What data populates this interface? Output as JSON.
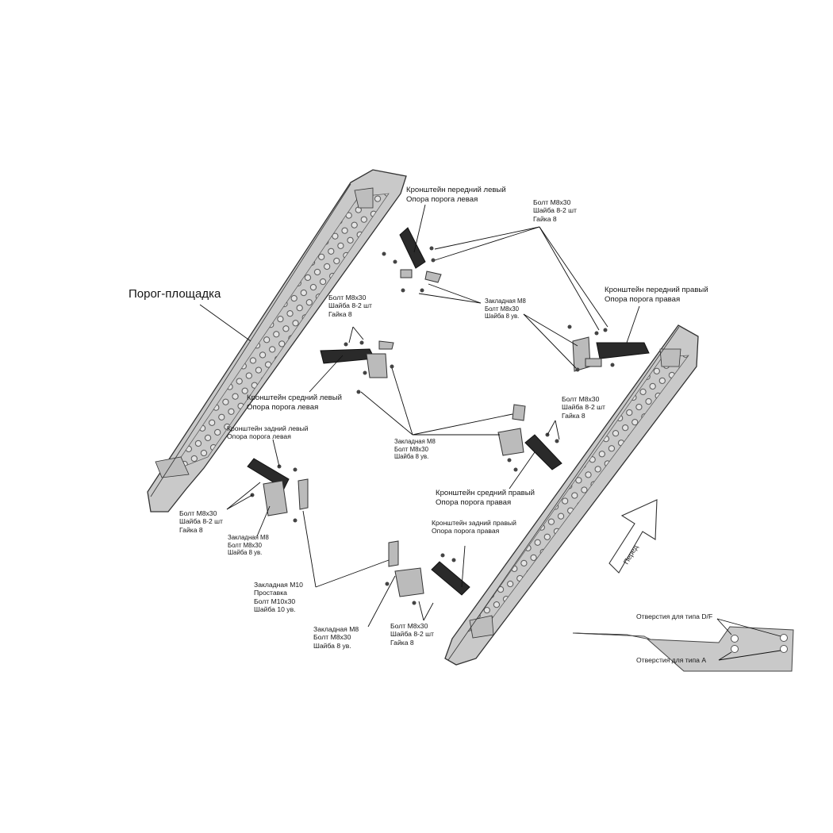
{
  "labels": {
    "step_board": "Порог-площадка",
    "front_left": [
      "Кронштейн передний левый",
      "Опора порога левая"
    ],
    "bolts_top": [
      "Болт М8х30",
      "Шайба 8-2 шт",
      "Гайка 8"
    ],
    "front_right": [
      "Кронштейн передний правый",
      "Опора порога правая"
    ],
    "insert_top": [
      "Закладная М8",
      "Болт М8х30",
      "Шайба 8 ув."
    ],
    "bolts_mid_left": [
      "Болт М8х30",
      "Шайба 8-2 шт",
      "Гайка 8"
    ],
    "middle_left": [
      "Кронштейн средний левый",
      "Опора порога левая"
    ],
    "bolts_mid_right": [
      "Болт М8х30",
      "Шайба 8-2 шт",
      "Гайка 8"
    ],
    "insert_mid": [
      "Закладная М8",
      "Болт М8х30",
      "Шайба 8 ув."
    ],
    "rear_left": [
      "Кронштейн задний левый",
      "Опора порога левая"
    ],
    "middle_right": [
      "Кронштейн средний правый",
      "Опора порога правая"
    ],
    "bolts_rear_left": [
      "Болт М8х30",
      "Шайба 8-2 шт",
      "Гайка 8"
    ],
    "rear_right": [
      "Кронштейн задний правый",
      "Опора порога правая"
    ],
    "insert_rear_left": [
      "Закладная М8",
      "Болт М8х30",
      "Шайба 8 ув."
    ],
    "insert_m10": [
      "Закладная М10",
      "Проставка",
      "Болт М10х30",
      "Шайба 10 ув."
    ],
    "insert_rear_right": [
      "Закладная М8",
      "Болт М8х30",
      "Шайба 8 ув."
    ],
    "bolts_rear_right": [
      "Болт М8х30",
      "Шайба 8-2 шт",
      "Гайка 8"
    ],
    "front_arrow": "Перед",
    "holes_df": "Отверстия для типа D/F",
    "holes_a": "Отверстия для типа А"
  },
  "colors": {
    "board_fill": "#c9c9c9",
    "board_stroke": "#333333",
    "bracket_dark": "#2a2a2a",
    "leader_line": "#111111"
  }
}
